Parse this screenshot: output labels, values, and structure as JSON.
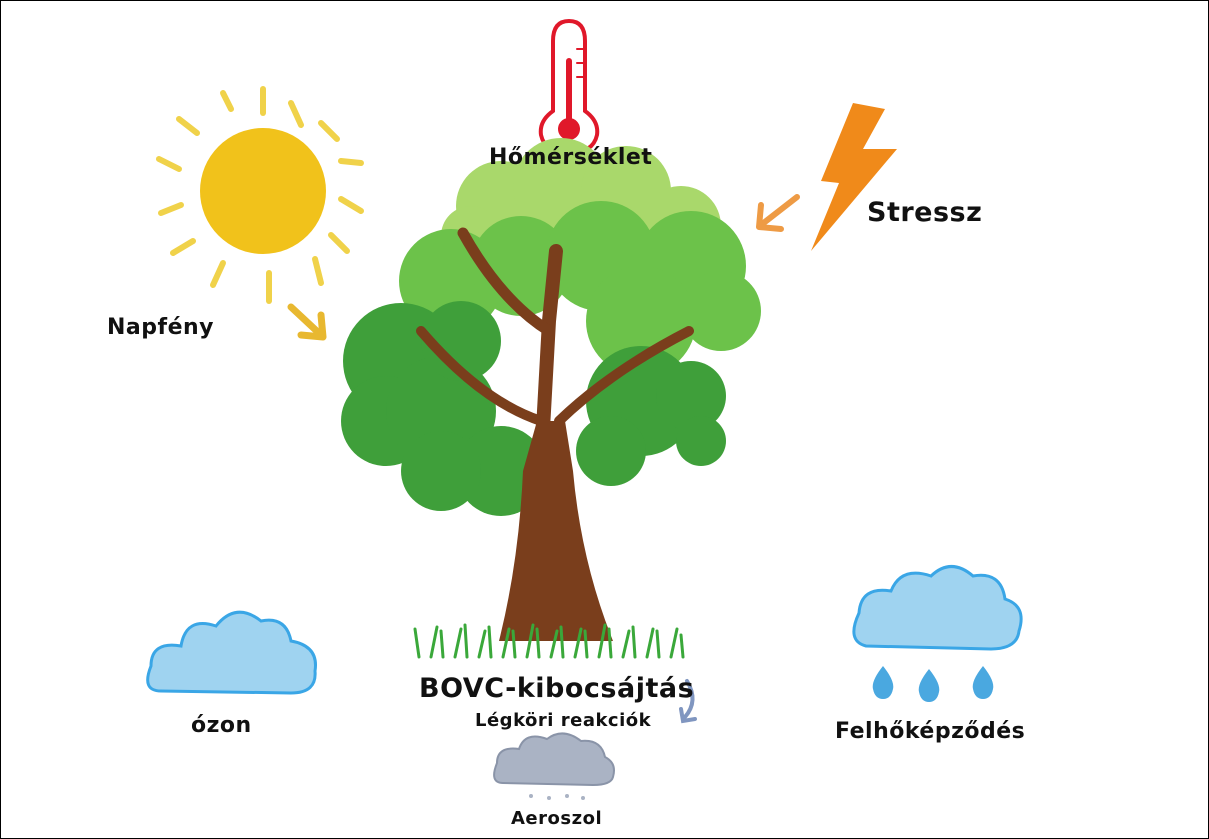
{
  "labels": {
    "temperature": "Hőmérséklet",
    "stress": "Stressz",
    "sunlight": "Napfény",
    "ozone": "ózon",
    "bvoc": "BOVC-kibocsájtás",
    "atmospheric": "Légköri reakciók",
    "aerosol": "Aeroszol",
    "cloud_formation": "Felhőképződés"
  },
  "colors": {
    "sun": "#f1c21b",
    "sun_rays": "#f0d24a",
    "thermometer": "#e0182a",
    "lightning": "#f08a1a",
    "stress_arrow": "#ee9b45",
    "sun_arrow": "#e8b830",
    "foliage_light": "#a9d86b",
    "foliage_mid": "#6cc24a",
    "foliage_dark": "#3f9f3a",
    "trunk": "#7a3e1c",
    "grass": "#3aa83a",
    "cloud_blue": "#9fd3f0",
    "cloud_blue_outline": "#3aa6e6",
    "cloud_gray": "#aab3c4",
    "rain_drop": "#4aa8e0",
    "curve_arrow": "#8096c0"
  },
  "icons": [
    "sun-icon",
    "thermometer-icon",
    "lightning-icon",
    "tree-icon",
    "ozone-cloud-icon",
    "rain-cloud-icon",
    "aerosol-cloud-icon"
  ]
}
